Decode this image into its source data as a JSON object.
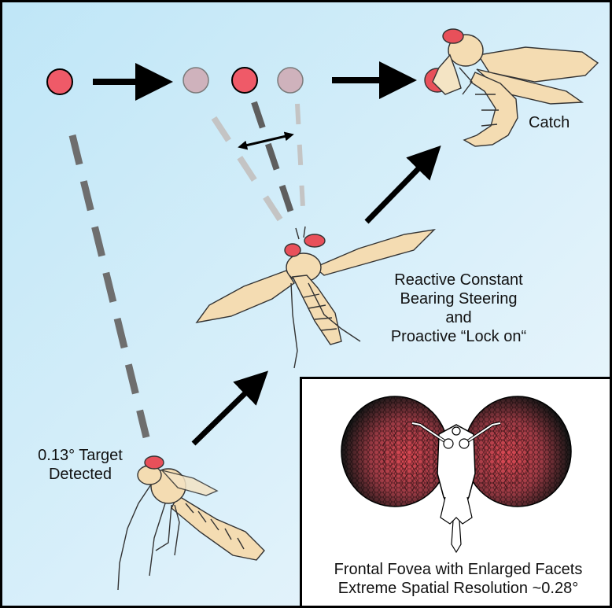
{
  "colors": {
    "background_top_left": "#bfe6f7",
    "background_bottom_right": "#eef7fc",
    "target": "#ef5a68",
    "target_faded": "#cfb2bc",
    "fly_body": "#f4dcb2",
    "fly_eye": "#e8505a",
    "arrow": "#000000",
    "dashes": "#6e6e6e"
  },
  "labels": {
    "catch": "Catch",
    "steering": [
      "Reactive Constant",
      "Bearing Steering",
      "and",
      "Proactive “Lock on“"
    ],
    "detected": [
      "0.13° Target",
      "Detected"
    ]
  },
  "inset": {
    "caption": [
      "Frontal Fovea with Enlarged Facets",
      "Extreme Spatial Resolution ~0.28°"
    ]
  },
  "icons": [
    "target-dot",
    "faded-target-dot",
    "right-arrow",
    "double-arrow",
    "fly-illustration",
    "compound-eye-illustration"
  ]
}
